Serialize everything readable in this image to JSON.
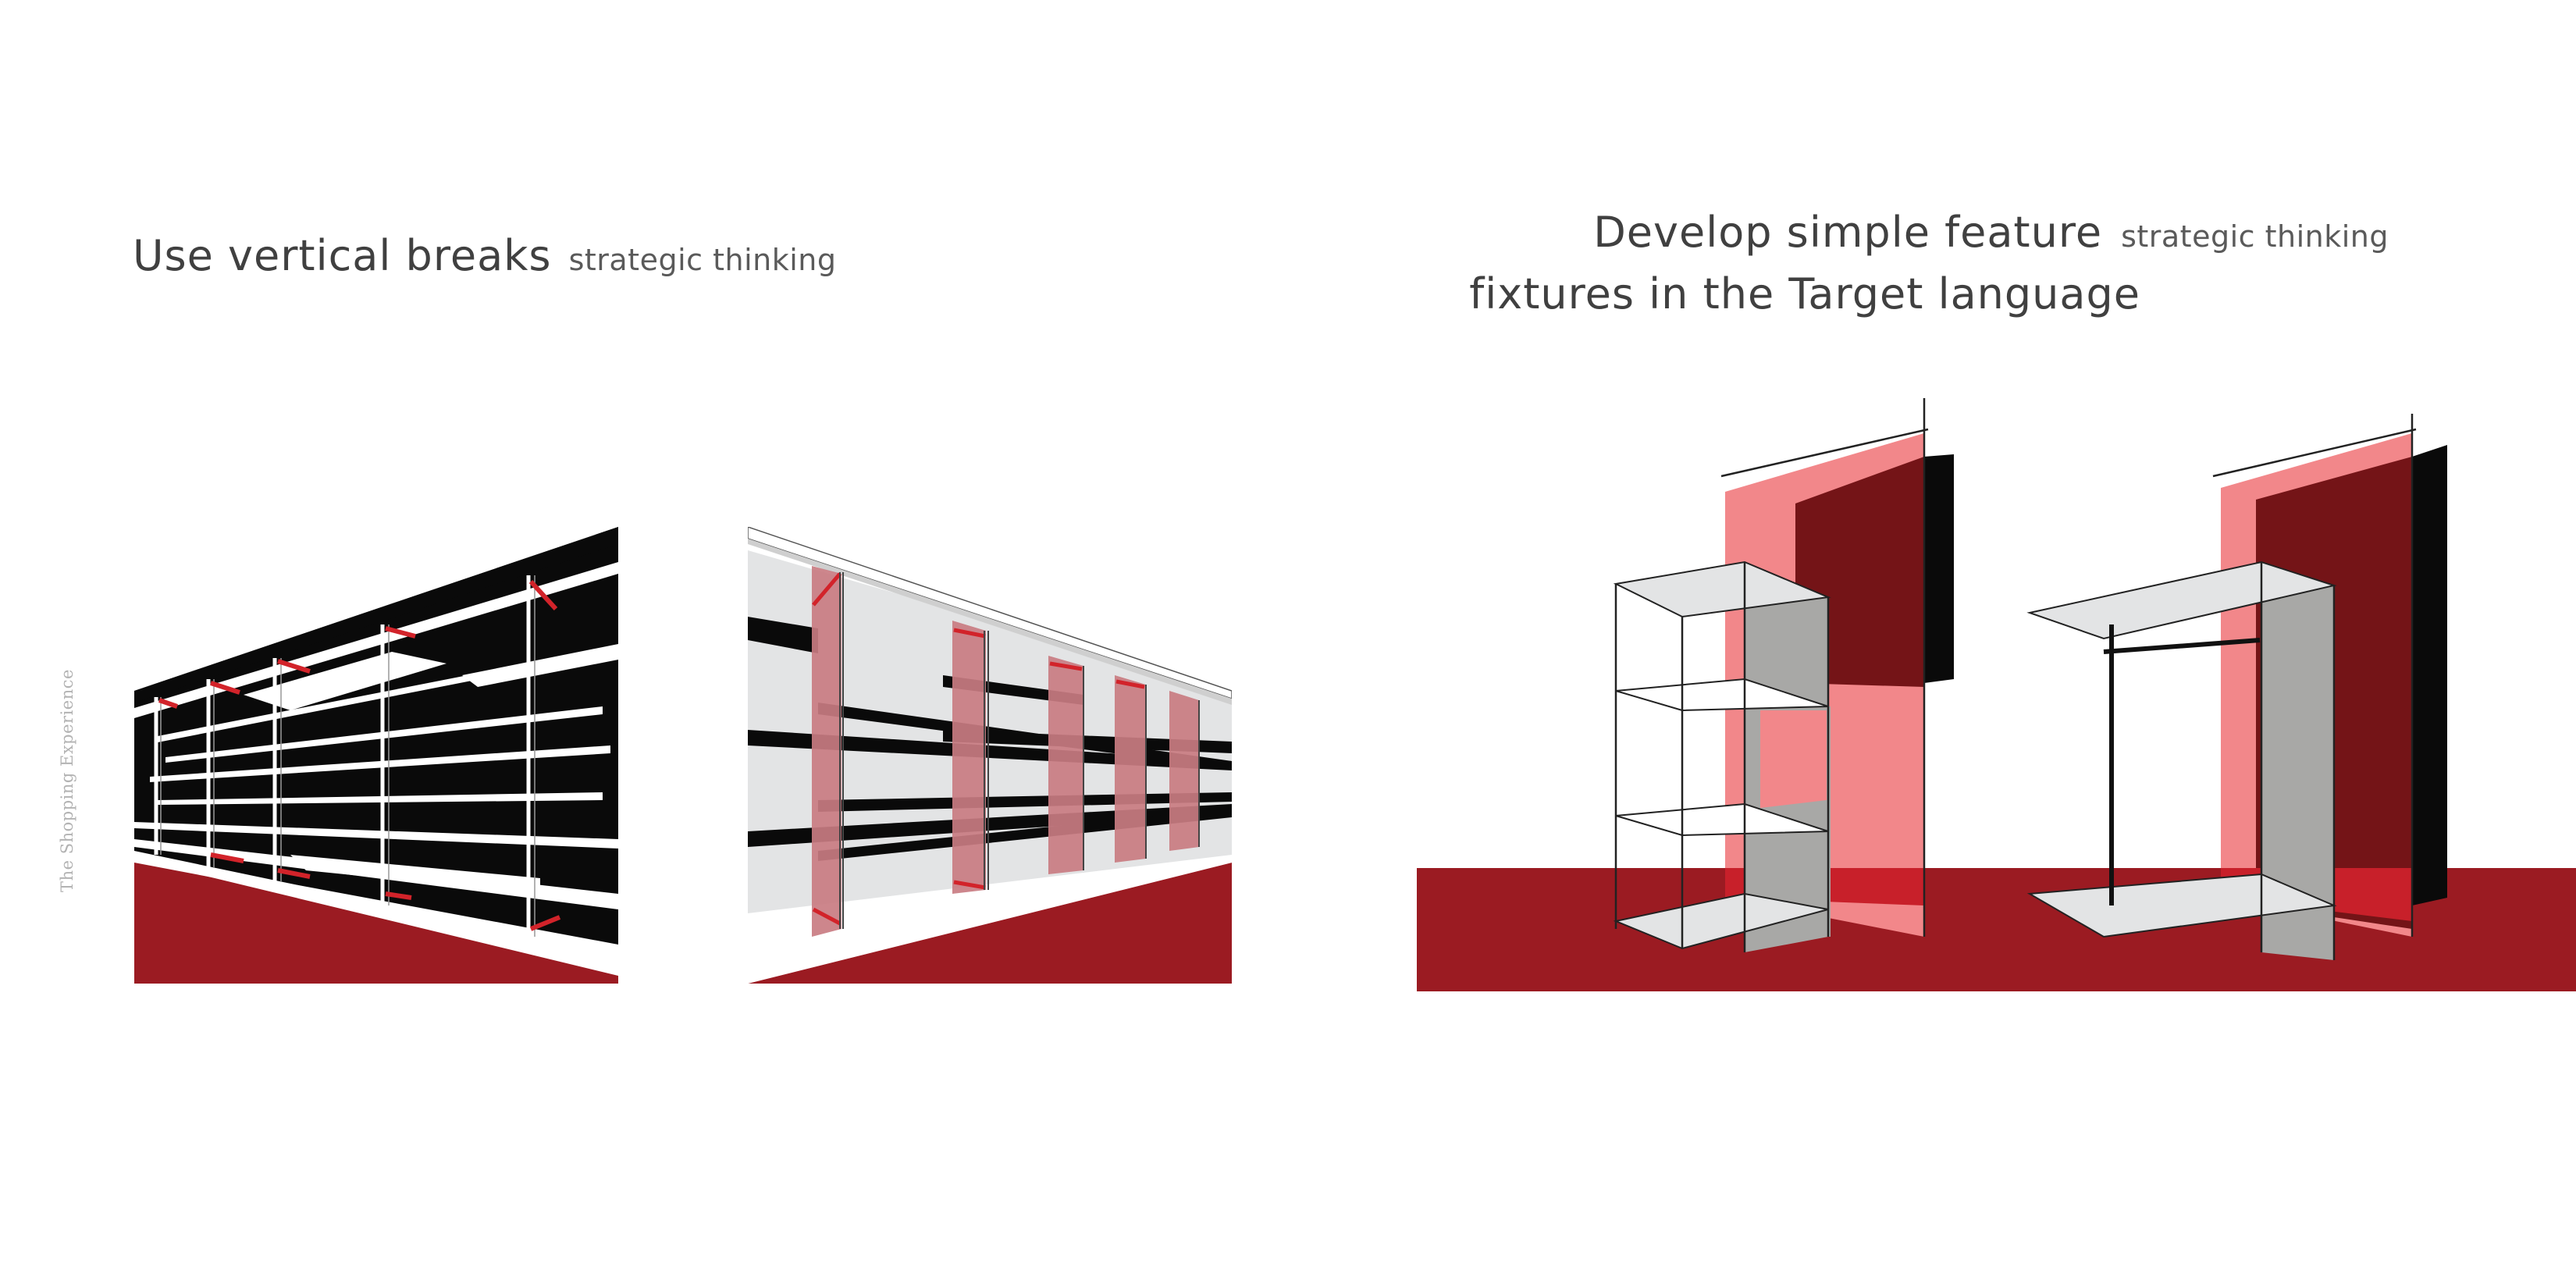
{
  "spine": {
    "label": "The Shopping Experience"
  },
  "left_section": {
    "title": "Use vertical breaks",
    "subtitle": "strategic thinking",
    "illustrations": [
      "shelving-before-illustration",
      "shelving-after-illustration"
    ]
  },
  "right_section": {
    "title_line1": "Develop simple feature",
    "title_line2": "fixtures in the Target language",
    "subtitle": "strategic thinking",
    "illustrations": [
      "feature-fixture-shelves-illustration",
      "feature-fixture-rack-illustration"
    ]
  },
  "colors": {
    "floor_red": "#9b1b22",
    "panel_pink": "#f2878a",
    "panel_dark_red": "#741417",
    "panel_gray": "#a8a8a6",
    "shelf_light": "#e3e4e5",
    "accent_red": "#d2232a",
    "black": "#0a0a0a"
  }
}
